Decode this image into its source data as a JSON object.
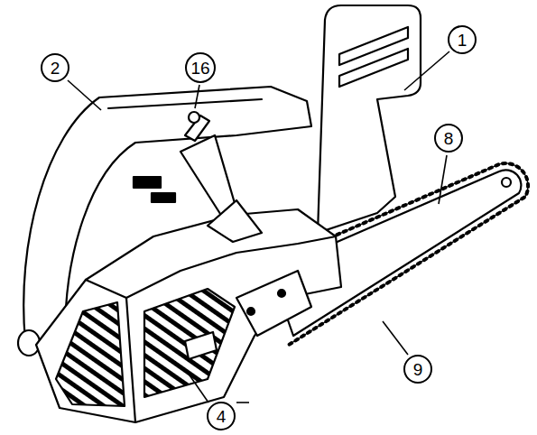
{
  "diagram": {
    "labels": [
      "1",
      "16",
      "2",
      "8",
      "9",
      "4"
    ]
  }
}
